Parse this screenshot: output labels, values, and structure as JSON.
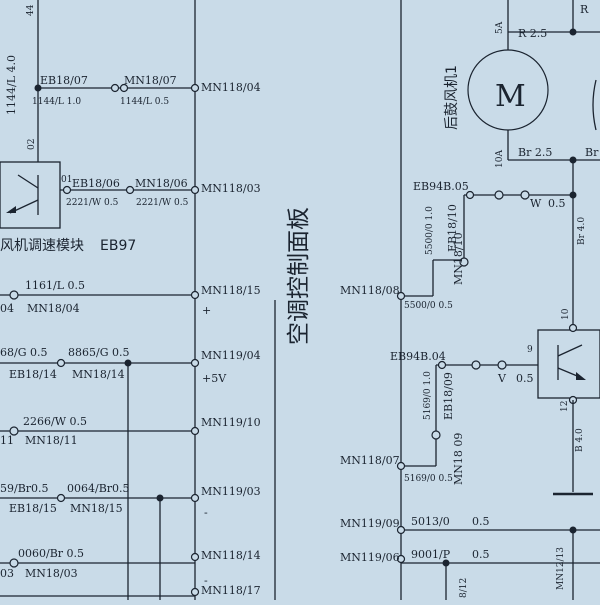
{
  "panel_title": "空调控制面板",
  "module": {
    "name": "风机调速模块",
    "code": "EB97",
    "pin_top": "02",
    "pin_side": "01"
  },
  "motor": {
    "name": "后鼓风机1",
    "symbol": "M",
    "pin_top": "5A",
    "pin_bottom": "10A",
    "wire_top": "R 2.5",
    "wire_top_r": "R",
    "wire_bottom": "Br 2.5",
    "wire_bottom_r": "Br"
  },
  "left_wires": [
    {
      "label": "1144/L 4.0",
      "top": "44"
    },
    {
      "a": "EB18/07",
      "b": "MN18/07",
      "sa": "1144/L 1.0",
      "sb": "1144/L 0.5",
      "conn": "MN118/04"
    },
    {
      "a": "EB18/06",
      "b": "MN18/06",
      "sa": "2221/W 0.5",
      "sb": "2221/W 0.5",
      "conn": "MN118/03"
    },
    {
      "a": "1161/L 0.5",
      "b": "MN18/04",
      "left": "04",
      "conn": "MN118/15",
      "mark": "+"
    },
    {
      "a": "68/G 0.5",
      "b": "8865/G 0.5",
      "sa": "EB18/14",
      "sb": "MN18/14",
      "conn": "MN119/04",
      "mark": "+5V"
    },
    {
      "a": "2266/W 0.5",
      "b": "MN18/11",
      "left": "11",
      "conn": "MN119/10"
    },
    {
      "a": "59/Br0.5",
      "b": "0064/Br0.5",
      "sa": "EB18/15",
      "sb": "MN18/15",
      "conn": "MN119/03",
      "mark": "-"
    },
    {
      "a": "0060/Br 0.5",
      "b": "MN18/03",
      "left": "03",
      "conn": "MN118/14"
    },
    {
      "conn": "MN118/17",
      "mark": "-"
    }
  ],
  "right_wires": {
    "eb94b05": "EB94B.05",
    "w05": "W",
    "w05v": "0.5",
    "eb18_10": "EB18/10",
    "w5500a": "5500/0 1.0",
    "mn18_10": "MN18/10",
    "mn118_08": "MN118/08",
    "w5500b": "5500/0 0.5",
    "br40": "Br 4.0",
    "pin10": "10",
    "pin9": "9",
    "pin12": "12",
    "eb94b04": "EB94B.04",
    "v05": "V",
    "v05v": "0.5",
    "eb18_09": "EB18/09",
    "w5169a": "5169/0 1.0",
    "mn18_09": "MN18 09",
    "mn118_07": "MN118/07",
    "w5169b": "5169/0 0.5",
    "b40": "B 4.0",
    "mn119_09": "MN119/09",
    "w5013": "5013/0",
    "w5013v": "0.5",
    "mn119_06": "MN119/06",
    "w9001": "9001/P",
    "w9001v": "0.5",
    "mn12_13": "MN12/13",
    "w8_12": "8/12"
  }
}
